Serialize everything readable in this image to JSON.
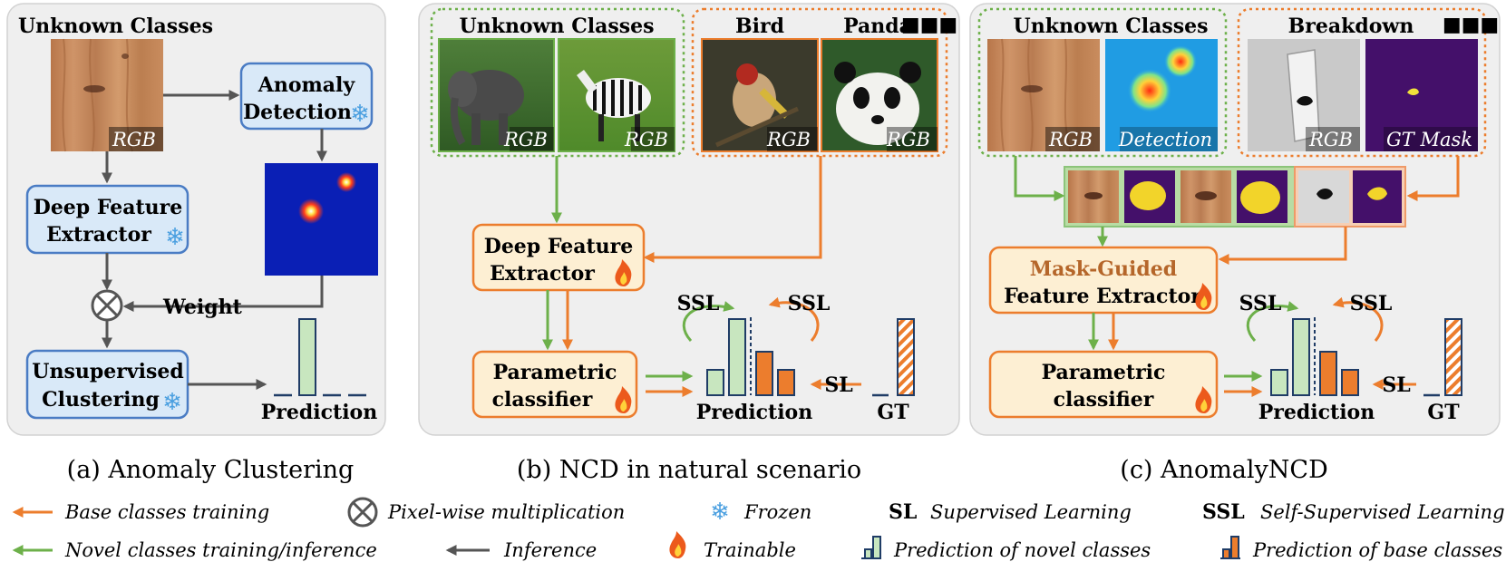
{
  "panels": {
    "a": {
      "header": "Unknown Classes",
      "rgb": "RGB",
      "anomaly_detection": [
        "Anomaly",
        "Detection"
      ],
      "deep_feature_extractor": [
        "Deep Feature",
        "Extractor"
      ],
      "weight": "Weight",
      "unsupervised_clustering": [
        "Unsupervised",
        "Clustering"
      ],
      "prediction": "Prediction",
      "caption": "(a) Anomaly Clustering"
    },
    "b": {
      "unknown_header": "Unknown Classes",
      "bird": "Bird",
      "panda": "Panda",
      "rgb": "RGB",
      "deep_feature_extractor": [
        "Deep Feature",
        "Extractor"
      ],
      "parametric_classifier": [
        "Parametric",
        "classifier"
      ],
      "ssl": "SSL",
      "sl": "SL",
      "prediction": "Prediction",
      "gt": "GT",
      "caption": "(b) NCD in natural scenario"
    },
    "c": {
      "unknown_header": "Unknown Classes",
      "breakdown": "Breakdown",
      "rgb": "RGB",
      "detection": "Detection",
      "gt_mask": "GT Mask",
      "mask_guided": "Mask-Guided",
      "feature_extractor": "Feature Extractor",
      "parametric_classifier": [
        "Parametric",
        "classifier"
      ],
      "ssl": "SSL",
      "sl": "SL",
      "prediction": "Prediction",
      "gt": "GT",
      "caption": "(c) AnomalyNCD"
    }
  },
  "legend": {
    "base_training": "Base classes training",
    "pixel_mult": "Pixel-wise multiplication",
    "frozen": "Frozen",
    "sl_abbr": "SL",
    "sl_desc": "Supervised Learning",
    "ssl_abbr": "SSL",
    "ssl_desc": "Self-Supervised Learning",
    "novel_training": "Novel classes training/inference",
    "inference": "Inference",
    "trainable": "Trainable",
    "pred_novel": "Prediction of novel classes",
    "pred_base": "Prediction of base classes"
  },
  "colors": {
    "novel_green": "#6db04a",
    "base_orange": "#ec7d2d",
    "inference_gray": "#555555",
    "frozen_blue": "#4a9fe0"
  }
}
